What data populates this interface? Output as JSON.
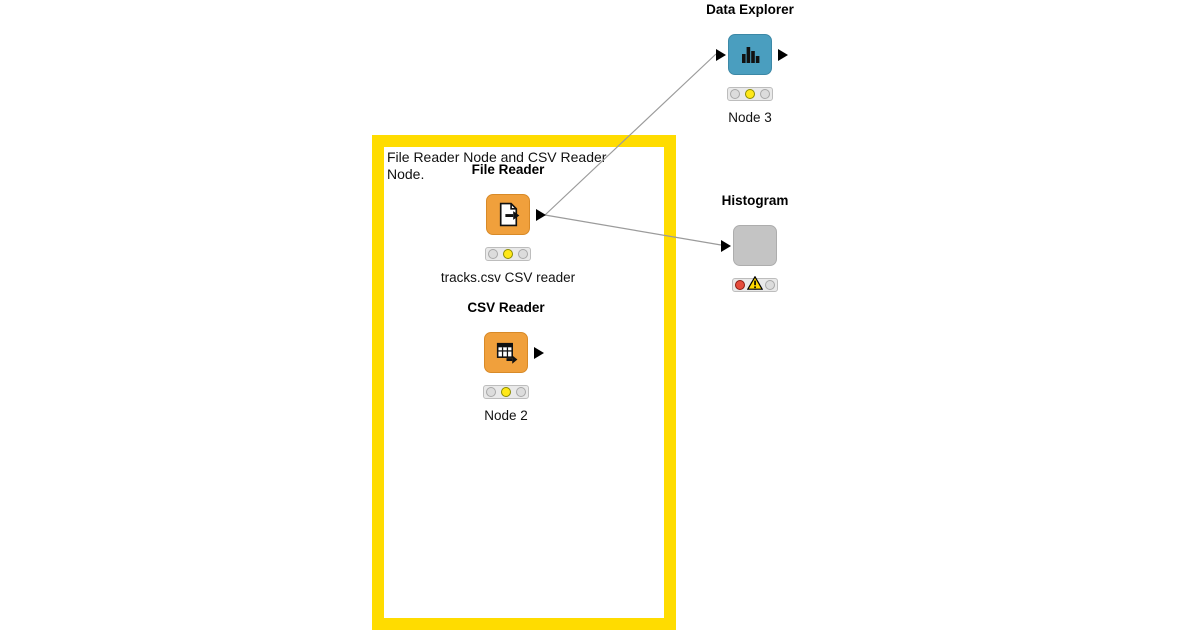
{
  "annotation": {
    "text": "File Reader Node and CSV Reader Node."
  },
  "nodes": {
    "file_reader": {
      "title": "File Reader",
      "label": "tracks.csv CSV reader",
      "status": "configured"
    },
    "csv_reader": {
      "title": "CSV Reader",
      "label": "Node 2",
      "status": "configured"
    },
    "data_explorer": {
      "title": "Data Explorer",
      "label": "Node 3",
      "status": "configured"
    },
    "histogram": {
      "title": "Histogram",
      "status": "error"
    }
  },
  "colors": {
    "annotation_border": "#FFDC00",
    "reader_node_fill": "#F0A03C",
    "visualizer_node_fill": "#4A9EBF",
    "missing_node_fill": "#C4C4C4",
    "status_configured": "#FFE818",
    "status_error": "#E64C3C",
    "connection_line": "#9B9B9B"
  }
}
